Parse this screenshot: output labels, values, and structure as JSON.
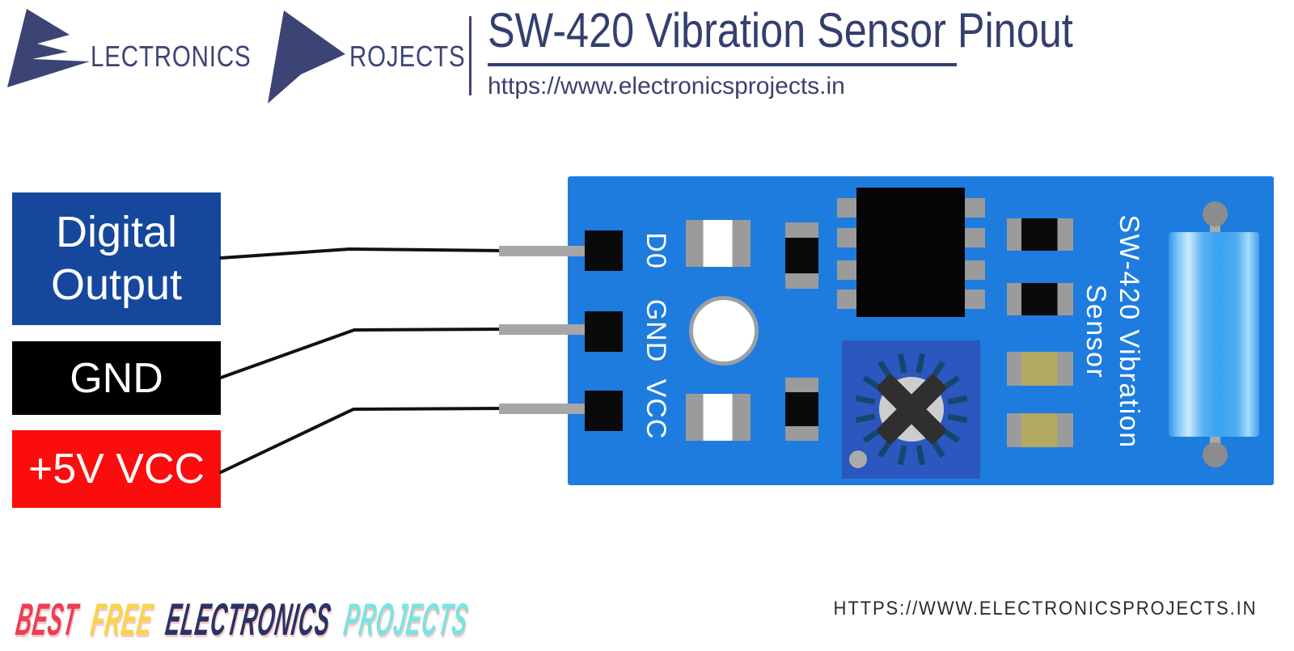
{
  "header": {
    "logo": {
      "word1": "LECTRONICS",
      "word2": "ROJECTS"
    },
    "title": "SW-420 Vibration Sensor Pinout",
    "url": "https://www.electronicsprojects.in"
  },
  "wire_labels": {
    "digital": {
      "line1": "Digital",
      "line2": "Output"
    },
    "gnd": "GND",
    "vcc": "+5V VCC"
  },
  "module": {
    "pins": [
      "D0",
      "GND",
      "VCC"
    ],
    "silkscreen": {
      "line1": "SW-420 Vibration",
      "line2": "Sensor"
    }
  },
  "footer": {
    "tagline": [
      {
        "text": "BEST",
        "color": "#EC3E55"
      },
      {
        "text": "FREE",
        "color": "#F8D44C"
      },
      {
        "text": "ELECTRONICS",
        "color": "#2A3364"
      },
      {
        "text": "PROJECTS",
        "color": "#79E4E3"
      }
    ],
    "website": "HTTPS://WWW.ELECTRONICSPROJECTS.IN"
  },
  "colors": {
    "navy": "#333F6E",
    "logo_navy": "#3C4375",
    "box_blue": "#15479C",
    "box_black": "#000000",
    "box_red": "#FB0D0D",
    "pcb_blue": "#1E7CDF",
    "potentiometer_blue": "#2B57BE",
    "wire_gray": "#A6A6A6",
    "smd_yellow": "#B3A963",
    "cylinder_blue": "#36A3F3"
  }
}
